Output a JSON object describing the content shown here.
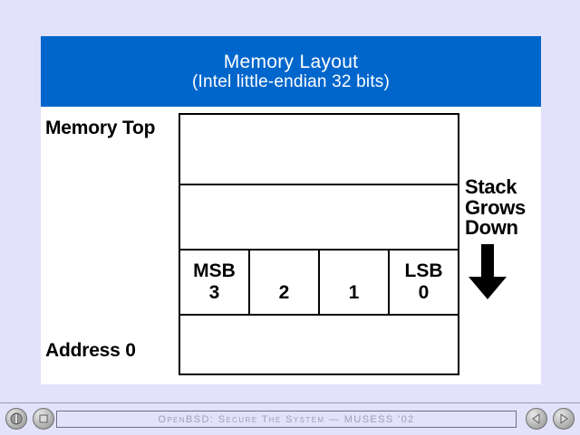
{
  "slide": {
    "title_line_1": "Memory Layout",
    "title_line_2": "(Intel little-endian 32 bits)",
    "banner_color": "#0066CC",
    "background_color": "#E2E2FB",
    "canvas_color": "#FFFFFF"
  },
  "labels": {
    "memory_top": "Memory Top",
    "address_zero": "Address 0"
  },
  "memory_table": {
    "rows": [
      {
        "name": "empty-top",
        "cells": [
          ""
        ]
      },
      {
        "name": "empty-middle",
        "cells": [
          ""
        ]
      },
      {
        "name": "byte-row",
        "cells": [
          {
            "tag": "MSB",
            "num": "3"
          },
          {
            "tag": "",
            "num": "2"
          },
          {
            "tag": "",
            "num": "1"
          },
          {
            "tag": "LSB",
            "num": "0"
          }
        ]
      },
      {
        "name": "empty-bottom",
        "cells": [
          ""
        ]
      }
    ]
  },
  "annotation": {
    "line_1": "Stack",
    "line_2": "Grows",
    "line_3": "Down",
    "arrow_icon": "arrow-down-icon",
    "arrow_direction": "down"
  },
  "controls": {
    "left_buttons": [
      {
        "name": "index-button",
        "icon": "index-circle-icon"
      },
      {
        "name": "stop-button",
        "icon": "stop-square-icon"
      }
    ],
    "right_buttons": [
      {
        "name": "previous-slide-button",
        "icon": "triangle-left-icon"
      },
      {
        "name": "next-slide-button",
        "icon": "triangle-right-icon"
      }
    ],
    "status_text": "OpenBSD: Secure The System — MUSESS '02"
  }
}
